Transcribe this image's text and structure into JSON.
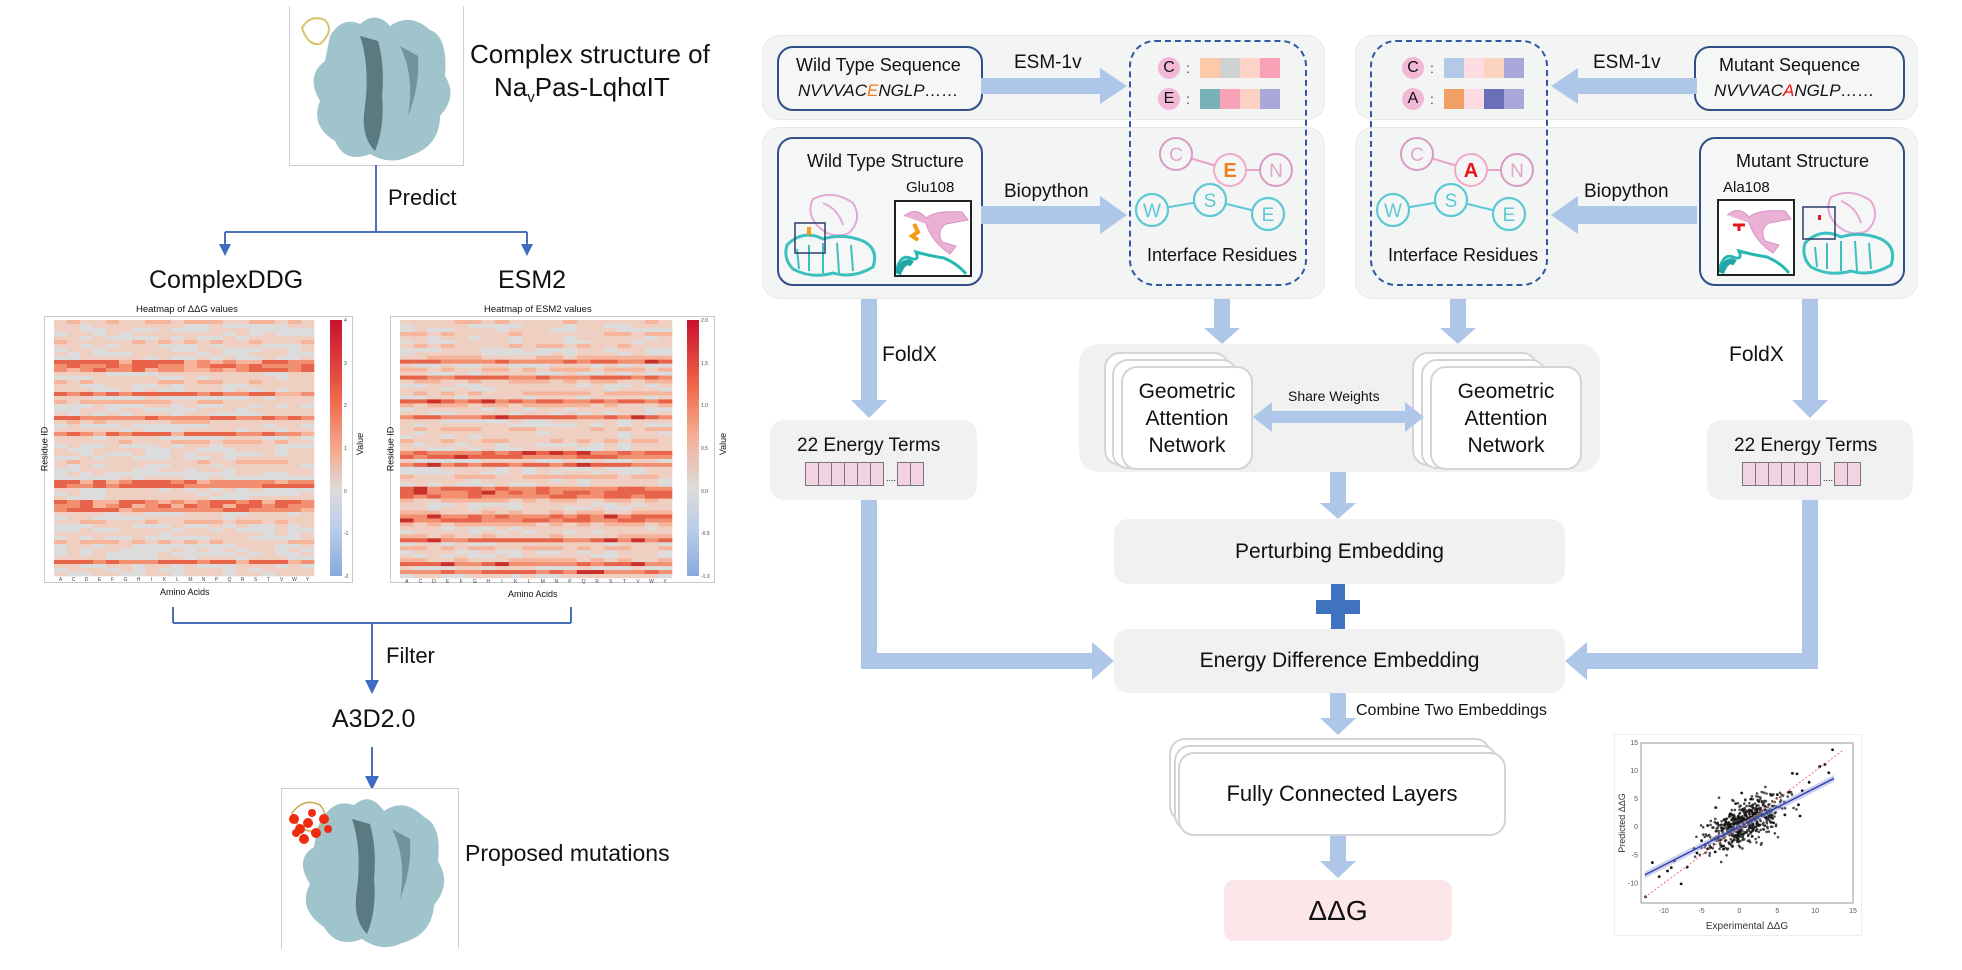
{
  "left": {
    "complex_title_line1": "Complex structure of",
    "complex_title_line2_pre": "Na",
    "complex_title_line2_sub": "v",
    "complex_title_line2_post": "Pas-LqhαIT",
    "predict_label": "Predict",
    "method_left": "ComplexDDG",
    "method_right": "ESM2",
    "filter_label": "Filter",
    "a3d_label": "A3D2.0",
    "proposed_label": "Proposed mutations",
    "heatmaps": [
      {
        "title": "Heatmap of ΔΔG values",
        "xlabel": "Amino Acids",
        "ylabel": "Residue ID",
        "cbar_label": "Value",
        "cbar_ticks": [
          "4",
          "3",
          "2",
          "1",
          "0",
          "-1",
          "-2"
        ],
        "x_ticks": [
          "A",
          "C",
          "D",
          "E",
          "F",
          "G",
          "H",
          "I",
          "K",
          "L",
          "M",
          "N",
          "P",
          "Q",
          "R",
          "S",
          "T",
          "V",
          "W",
          "Y"
        ]
      },
      {
        "title": "Heatmap of ESM2 values",
        "xlabel": "Amino Acids",
        "ylabel": "Residue ID",
        "cbar_label": "Value",
        "cbar_ticks": [
          "2.0",
          "1.5",
          "1.0",
          "0.5",
          "0.0",
          "-0.5",
          "-1.0"
        ],
        "x_ticks": [
          "A",
          "C",
          "D",
          "E",
          "F",
          "G",
          "H",
          "I",
          "K",
          "L",
          "M",
          "N",
          "P",
          "Q",
          "R",
          "S",
          "T",
          "V",
          "W",
          "Y"
        ]
      }
    ]
  },
  "pipeline": {
    "wt_seq_title": "Wild Type Sequence",
    "wt_seq_pre": "NVVVAC",
    "wt_seq_mut": "E",
    "wt_seq_post": "NGLP……",
    "mut_seq_title": "Mutant Sequence",
    "mut_seq_pre": "NVVVAC",
    "mut_seq_mut": "A",
    "mut_seq_post": "NGLP……",
    "esm_label": "ESM-1v",
    "biopython_label": "Biopython",
    "wt_struct_title": "Wild Type Structure",
    "wt_residue": "Glu108",
    "mut_struct_title": "Mutant Structure",
    "mut_residue": "Ala108",
    "interface_label": "Interface Residues",
    "wt_embeddings": [
      {
        "residue": "C",
        "colors": [
          "#fdc9a8",
          "#cfd1d3",
          "#fcd3c4",
          "#f7a0b6"
        ]
      },
      {
        "residue": "E",
        "colors": [
          "#78b1b6",
          "#f7a2b7",
          "#fcd0c2",
          "#a9a8d8"
        ]
      }
    ],
    "mut_embeddings": [
      {
        "residue": "C",
        "colors": [
          "#b4c8e8",
          "#fddbe2",
          "#fcd3c0",
          "#aaa8da"
        ]
      },
      {
        "residue": "A",
        "colors": [
          "#f0a064",
          "#fddbe2",
          "#6a70b8",
          "#aaa8da"
        ]
      }
    ],
    "wt_graph": {
      "top": [
        "C",
        "E",
        "N"
      ],
      "bottom": [
        "W",
        "S",
        "E"
      ],
      "highlight": "E",
      "highlight_color": "#f07d1a"
    },
    "mut_graph": {
      "top": [
        "C",
        "A",
        "N"
      ],
      "bottom": [
        "W",
        "S",
        "E"
      ],
      "highlight": "A",
      "highlight_color": "#e8151b"
    },
    "foldx_label": "FoldX",
    "energy_terms_label": "22 Energy Terms",
    "gan_label_line1": "Geometric",
    "gan_label_line2": "Attention",
    "gan_label_line3": "Network",
    "share_weights_label": "Share Weights",
    "perturbing_label": "Perturbing Embedding",
    "energy_diff_label": "Energy Difference Embedding",
    "combine_label": "Combine Two Embeddings",
    "fc_label": "Fully Connected Layers",
    "output_label": "ΔΔG"
  },
  "colors": {
    "arrow": "#aec6e8",
    "line_blue": "#4a72b8",
    "plus": "#3f72bf",
    "pink_node": "#e8a5c8",
    "cyan_node": "#5cc9d4",
    "output_bg": "#fde6ea"
  },
  "chart_data": {
    "type": "scatter",
    "title": "",
    "xlabel": "Experimental ΔΔG",
    "ylabel": "Predicted ΔΔG",
    "xlim": [
      -13,
      15
    ],
    "ylim": [
      -13.5,
      15
    ],
    "x_ticks": [
      "-10",
      "-5",
      "0",
      "5",
      "10",
      "15"
    ],
    "y_ticks": [
      "15",
      "10",
      "5",
      "0",
      "-5",
      "-10"
    ],
    "grid": false,
    "series": [
      {
        "name": "fit",
        "kind": "line",
        "color": "#2a3fa8",
        "points": [
          [
            -12.5,
            -8.5
          ],
          [
            12.5,
            8.7
          ]
        ]
      },
      {
        "name": "identity",
        "kind": "dashed",
        "color": "#f07070",
        "points": [
          [
            -12.5,
            -12.5
          ],
          [
            13.8,
            13.8
          ]
        ]
      },
      {
        "name": "outliers",
        "kind": "points",
        "points": [
          [
            -12.4,
            -12.4
          ],
          [
            -11.5,
            -6.3
          ],
          [
            -10.6,
            -8.8
          ],
          [
            -9.5,
            -7.8
          ],
          [
            -9.0,
            -7.2
          ],
          [
            -8.6,
            -6.0
          ],
          [
            -7.7,
            -10.1
          ],
          [
            -6.9,
            -7.1
          ],
          [
            -6.0,
            -3.8
          ],
          [
            -5.6,
            -4.6
          ],
          [
            -5.0,
            -2.4
          ],
          [
            -4.5,
            -3.2
          ],
          [
            -4.2,
            0.3
          ],
          [
            -3.8,
            -3.6
          ],
          [
            -3.2,
            -4.4
          ],
          [
            -2.8,
            -2.0
          ],
          [
            -2.1,
            -3.9
          ],
          [
            -1.8,
            1.0
          ],
          [
            -1.2,
            2.4
          ],
          [
            -0.5,
            4.2
          ],
          [
            0.3,
            6.1
          ],
          [
            1.5,
            5.0
          ],
          [
            2.5,
            4.7
          ],
          [
            3.5,
            1.8
          ],
          [
            4.5,
            0.8
          ],
          [
            5.0,
            5.8
          ],
          [
            6.0,
            2.2
          ],
          [
            7.0,
            9.6
          ],
          [
            7.6,
            9.5
          ],
          [
            8.0,
            2.0
          ],
          [
            8.3,
            6.5
          ],
          [
            9.2,
            8.0
          ],
          [
            10.6,
            10.8
          ],
          [
            11.3,
            11.2
          ],
          [
            11.8,
            9.7
          ],
          [
            12.3,
            13.8
          ],
          [
            6.5,
            6.2
          ],
          [
            7.8,
            4.0
          ]
        ]
      },
      {
        "name": "cluster",
        "kind": "cloud",
        "center": [
          0.6,
          0.8
        ],
        "spread": [
          2.4,
          1.9
        ],
        "count": 600
      }
    ]
  }
}
